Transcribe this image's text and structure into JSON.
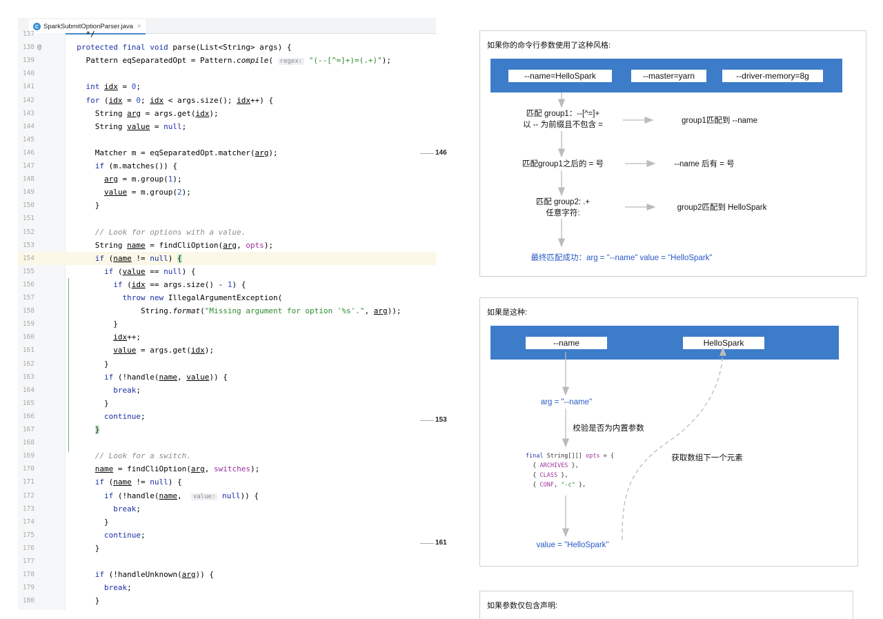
{
  "editor": {
    "tab": {
      "icon": "C",
      "label": "SparkSubmitOptionParser.java",
      "close": "×"
    },
    "lines": [
      {
        "n": "137",
        "html": "    */"
      },
      {
        "n": "138",
        "ann": "@",
        "html": "  <span class=\"kw\">protected final void</span> parse(List&lt;String&gt; args) {"
      },
      {
        "n": "139",
        "html": "    Pattern eqSeparatedOpt = Pattern.<span class=\"it\">compile</span>( <span class=\"hint\">regex:</span> <span class=\"str\">\"(--[^=]+)=(.+)\"</span>);"
      },
      {
        "n": "140",
        "html": ""
      },
      {
        "n": "141",
        "html": "    <span class=\"kw\">int</span> <span class=\"ul\">idx</span> = <span class=\"num\">0</span>;"
      },
      {
        "n": "142",
        "html": "    <span class=\"kw\">for</span> (<span class=\"ul\">idx</span> = <span class=\"num\">0</span>; <span class=\"ul\">idx</span> &lt; args.size(); <span class=\"ul\">idx</span>++) {"
      },
      {
        "n": "143",
        "html": "      String <span class=\"ul\">arg</span> = args.get(<span class=\"ul\">idx</span>);"
      },
      {
        "n": "144",
        "html": "      String <span class=\"ul\">value</span> = <span class=\"kw\">null</span>;"
      },
      {
        "n": "145",
        "html": ""
      },
      {
        "n": "146",
        "html": "      Matcher m = eqSeparatedOpt.matcher(<span class=\"ul\">arg</span>);"
      },
      {
        "n": "147",
        "html": "      <span class=\"kw\">if</span> (m.matches()) {"
      },
      {
        "n": "148",
        "html": "        <span class=\"ul\">arg</span> = m.group(<span class=\"num\">1</span>);"
      },
      {
        "n": "149",
        "html": "        <span class=\"ul\">value</span> = m.group(<span class=\"num\">2</span>);"
      },
      {
        "n": "150",
        "html": "      }"
      },
      {
        "n": "151",
        "html": ""
      },
      {
        "n": "152",
        "html": "      <span class=\"cm\">// Look for options with a value.</span>"
      },
      {
        "n": "153",
        "html": "      String <span class=\"ul\">name</span> = findCliOption(<span class=\"ul\">arg</span>, <span class=\"pv\">opts</span>);"
      },
      {
        "n": "154",
        "cur": true,
        "html": "      <span class=\"kw\">if</span> (<span class=\"ul\">name</span> != <span class=\"kw\">null</span>) <span class=\"brace-hl\">{</span>"
      },
      {
        "n": "155",
        "html": "        <span class=\"kw\">if</span> (<span class=\"ul\">value</span> == <span class=\"kw\">null</span>) {"
      },
      {
        "n": "156",
        "html": "          <span class=\"kw\">if</span> (<span class=\"ul\">idx</span> == args.size() - <span class=\"num\">1</span>) {"
      },
      {
        "n": "157",
        "html": "            <span class=\"kw\">throw new</span> IllegalArgumentException("
      },
      {
        "n": "158",
        "html": "                String.<span class=\"it\">format</span>(<span class=\"str\">\"Missing argument for option '%s'.\"</span>, <span class=\"ul\">arg</span>));"
      },
      {
        "n": "159",
        "html": "          }"
      },
      {
        "n": "160",
        "html": "          <span class=\"ul\">idx</span>++;"
      },
      {
        "n": "161",
        "html": "          <span class=\"ul\">value</span> = args.get(<span class=\"ul\">idx</span>);"
      },
      {
        "n": "162",
        "html": "        }"
      },
      {
        "n": "163",
        "html": "        <span class=\"kw\">if</span> (!handle(<span class=\"ul\">name</span>, <span class=\"ul\">value</span>)) {"
      },
      {
        "n": "164",
        "html": "          <span class=\"kw\">break</span>;"
      },
      {
        "n": "165",
        "html": "        }"
      },
      {
        "n": "166",
        "html": "        <span class=\"kw\">continue</span>;"
      },
      {
        "n": "167",
        "html": "      <span class=\"brace-hl\">}</span>"
      },
      {
        "n": "168",
        "html": ""
      },
      {
        "n": "169",
        "html": "      <span class=\"cm\">// Look for a switch.</span>"
      },
      {
        "n": "170",
        "html": "      <span class=\"ul\">name</span> = findCliOption(<span class=\"ul\">arg</span>, <span class=\"pv\">switches</span>);"
      },
      {
        "n": "171",
        "html": "      <span class=\"kw\">if</span> (<span class=\"ul\">name</span> != <span class=\"kw\">null</span>) {"
      },
      {
        "n": "172",
        "html": "        <span class=\"kw\">if</span> (!handle(<span class=\"ul\">name</span>,  <span class=\"hint\">value:</span> <span class=\"kw\">null</span>)) {"
      },
      {
        "n": "173",
        "html": "          <span class=\"kw\">break</span>;"
      },
      {
        "n": "174",
        "html": "        }"
      },
      {
        "n": "175",
        "html": "        <span class=\"kw\">continue</span>;"
      },
      {
        "n": "176",
        "html": "      }"
      },
      {
        "n": "177",
        "html": ""
      },
      {
        "n": "178",
        "html": "      <span class=\"kw\">if</span> (!handleUnknown(<span class=\"ul\">arg</span>)) {"
      },
      {
        "n": "179",
        "html": "        <span class=\"kw\">break</span>;"
      },
      {
        "n": "180",
        "html": "      }"
      }
    ]
  },
  "refs": [
    "146",
    "153",
    "161"
  ],
  "panel1": {
    "title": "如果你的命令行参数使用了这种风格:",
    "pills": [
      "--name=HelloSpark",
      "--master=yarn",
      "--driver-memory=8g"
    ],
    "step1_line1": "匹配 group1：--[^=]+",
    "step1_line2": "以 -- 为前缀且不包含 =",
    "step1_result": "group1匹配到 --name",
    "step2": "匹配group1之后的 = 号",
    "step2_result": "--name 后有 = 号",
    "step3_line1": "匹配 group2: .+",
    "step3_line2": "任意字符:",
    "step3_result": "group2匹配到 HelloSpark",
    "final": "最终匹配成功：arg = \"--name\" value = \"HelloSpark\""
  },
  "panel2": {
    "title": "如果是这种:",
    "pills": [
      "--name",
      "HelloSpark"
    ],
    "arg": "arg = \"--name\"",
    "check": "校验是否为内置参数",
    "next": "获取数组下一个元素",
    "value": "value = \"HelloSpark\"",
    "mini_code": "<span class=\"kw\">final</span> String[][] <span class=\"pv\">opts</span> = {\n  { <span class=\"pv\">ARCHIVES</span> },\n  { <span class=\"pv\">CLASS</span> },\n  { <span class=\"pv\">CONF</span>, <span class=\"str\">\"-c\"</span> },"
  },
  "panel3": {
    "title": "如果参数仅包含声明:"
  },
  "colors": {
    "accent_blue": "#3d7cc9",
    "keyword": "#1b2fa8",
    "string": "#2c8a2c"
  }
}
